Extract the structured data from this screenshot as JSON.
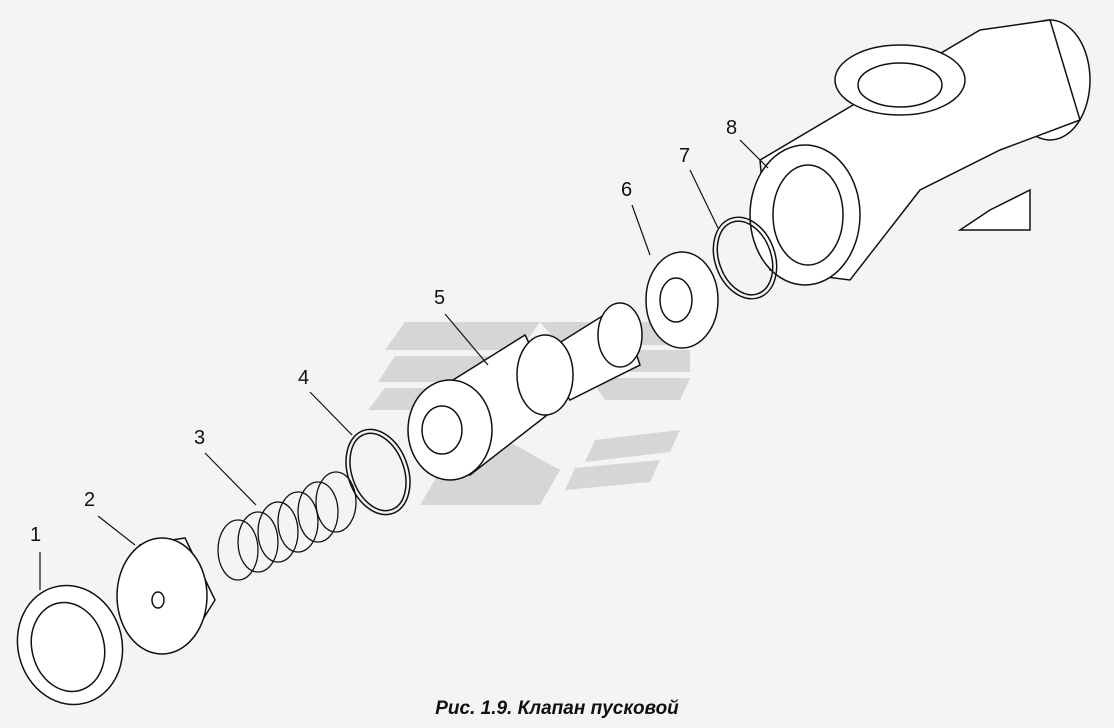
{
  "figure": {
    "caption": "Рис. 1.9. Клапан пусковой",
    "callouts": [
      "1",
      "2",
      "3",
      "4",
      "5",
      "6",
      "7",
      "8"
    ]
  },
  "colors": {
    "background": "#f4f4f4",
    "part_fill": "#ffffff",
    "stroke": "#111111",
    "watermark": "#d6d6d6"
  }
}
